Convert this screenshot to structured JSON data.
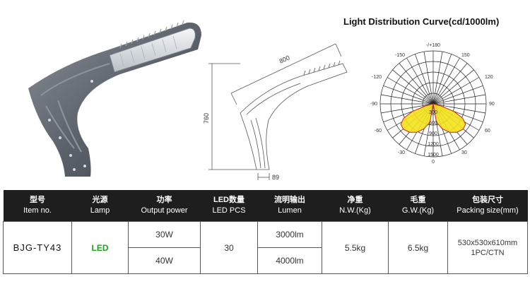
{
  "distribution": {
    "title": "Light Distribution Curve(cd/1000lm)",
    "angle_labels": {
      "top": "-/+180",
      "upper_left": "-150",
      "upper_right": "150",
      "left_upper": "-120",
      "right_upper": "120",
      "left": "-90",
      "right": "90",
      "left_lower": "-60",
      "right_lower": "60",
      "lower_left": "-30",
      "lower_right": "30",
      "bottom": "0"
    },
    "ring_labels": [
      "300",
      "600",
      "900",
      "1200",
      "1500"
    ],
    "colors": {
      "fill": "#f2e21a",
      "outline": "#cc2222"
    }
  },
  "drawing": {
    "dim_length": "800",
    "dim_height": "760",
    "dim_base": "89"
  },
  "table": {
    "headers": [
      {
        "cn": "型号",
        "en": "Item no."
      },
      {
        "cn": "光源",
        "en": "Lamp"
      },
      {
        "cn": "功率",
        "en": "Output power"
      },
      {
        "cn": "LED数量",
        "en": "LED PCS"
      },
      {
        "cn": "流明输出",
        "en": "Lumen"
      },
      {
        "cn": "净重",
        "en": "N.W.(Kg)"
      },
      {
        "cn": "毛重",
        "en": "G.W.(Kg)"
      },
      {
        "cn": "包装尺寸",
        "en": "Packing size(mm)"
      }
    ],
    "row": {
      "item_no": "BJG-TY43",
      "lamp": "LED",
      "power_1": "30W",
      "power_2": "40W",
      "led_pcs": "30",
      "lumen_1": "3000lm",
      "lumen_2": "4000lm",
      "nw": "5.5kg",
      "gw": "6.5kg",
      "packing_size": "530x530x610mm",
      "packing_qty": "1PC/CTN"
    }
  }
}
